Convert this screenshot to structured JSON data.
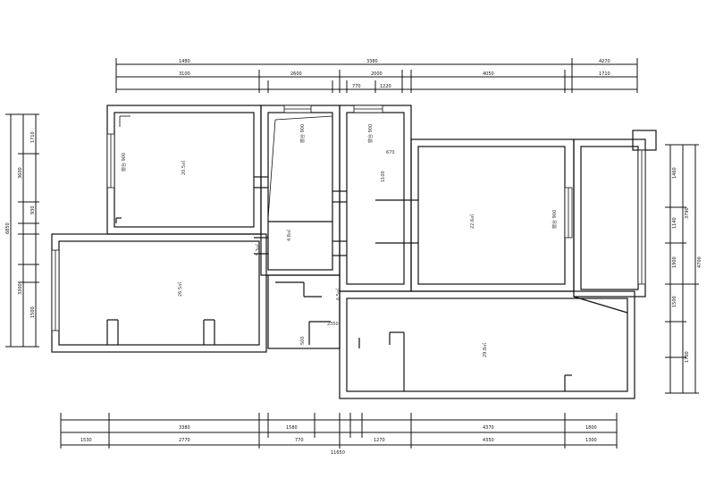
{
  "dimensions": {
    "top_outer": [
      "1480",
      "3380",
      "4270"
    ],
    "top_inner": [
      "3100",
      "2600",
      "2000",
      "770",
      "1220",
      "4050",
      "1710"
    ],
    "bottom_outer": [
      "3380",
      "1580",
      "4370",
      "1800"
    ],
    "bottom_total": "11650",
    "bottom_inner": [
      "1530",
      "2770",
      "770",
      "1270",
      "4350",
      "1300"
    ],
    "left_outer": [
      "6850"
    ],
    "left_inner": [
      "1710",
      "3600",
      "930",
      "3300",
      "1500"
    ],
    "right_outer": [
      "3790",
      "4700"
    ],
    "right_inner": [
      "1460",
      "1140",
      "1900",
      "1500",
      "1700"
    ]
  },
  "rooms": [
    {
      "id": "bedroom-nw",
      "label": "20.5㎡"
    },
    {
      "id": "living-w",
      "label": "26.5㎡"
    },
    {
      "id": "bath",
      "label": "4.8㎡"
    },
    {
      "id": "kitchen",
      "label": "6.5㎡"
    },
    {
      "id": "bedroom-ne",
      "label": "22.6㎡"
    },
    {
      "id": "room-se",
      "label": "29.8㎡"
    },
    {
      "id": "hall",
      "label": "5.3㎡"
    }
  ],
  "windows": [
    {
      "id": "win-nw",
      "label": "窗台 900"
    },
    {
      "id": "win-bath",
      "label": "窗台 900"
    },
    {
      "id": "win-kitchen",
      "label": "窗台 900"
    },
    {
      "id": "win-east",
      "label": "窗台 900"
    }
  ],
  "small_labels": [
    "670",
    "1100",
    "2350",
    "500"
  ]
}
